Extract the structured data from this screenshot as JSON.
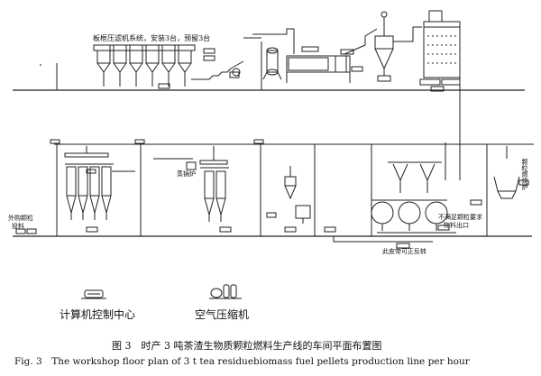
{
  "labels": {
    "filter_press": "板框压滤机系统，安装3台，预留3台",
    "boiler": "蒸锅炉",
    "purchased_feed_1": "外购颗粒",
    "purchased_feed_2": "投料",
    "reject_1": "不满足颗粒要求",
    "reject_2": "物料出口",
    "reversible": "此皮带可正反转",
    "furnace_v": "颗粒燃烧炉",
    "control_center": "计算机控制中心",
    "air_compressor": "空气压缩机"
  },
  "caption": {
    "cn": "图 3　时产 3 吨茶渣生物质颗粒燃料生产线的车间平面布置图",
    "en": "Fig. 3　The workshop floor plan of 3 t tea residuebiomass fuel pellets production line per hour"
  }
}
